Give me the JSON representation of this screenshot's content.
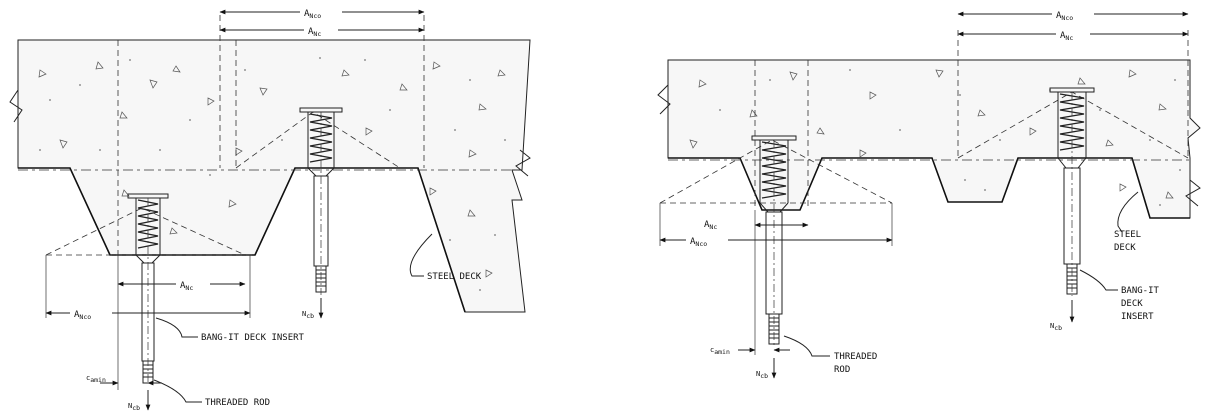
{
  "left_diagram": {
    "labels": {
      "anco_top": "A",
      "anco_top_sub": "Nco",
      "anc_top": "A",
      "anc_top_sub": "Nc",
      "anc_low": "A",
      "anc_low_sub": "Nc",
      "anco_low": "A",
      "anco_low_sub": "Nco",
      "ncb_right": "N",
      "ncb_right_sub": "cb",
      "ncb_bottom": "N",
      "ncb_bottom_sub": "cb",
      "camin": "c",
      "camin_sub": "amin",
      "steel_deck": "STEEL DECK",
      "bangit": "BANG-IT DECK INSERT",
      "threaded_rod": "THREADED ROD"
    }
  },
  "right_diagram": {
    "labels": {
      "anco_top": "A",
      "anco_top_sub": "Nco",
      "anc_top": "A",
      "anc_top_sub": "Nc",
      "anc_low": "A",
      "anc_low_sub": "Nc",
      "anco_low": "A",
      "anco_low_sub": "Nco",
      "camin": "c",
      "camin_sub": "amin",
      "ncb_left": "N",
      "ncb_left_sub": "cb",
      "ncb_right": "N",
      "ncb_right_sub": "cb",
      "threaded_1": "THREADED",
      "threaded_2": "ROD",
      "steel_1": "STEEL",
      "steel_2": "DECK",
      "bangit_1": "BANG-IT",
      "bangit_2": "DECK",
      "bangit_3": "INSERT"
    }
  }
}
